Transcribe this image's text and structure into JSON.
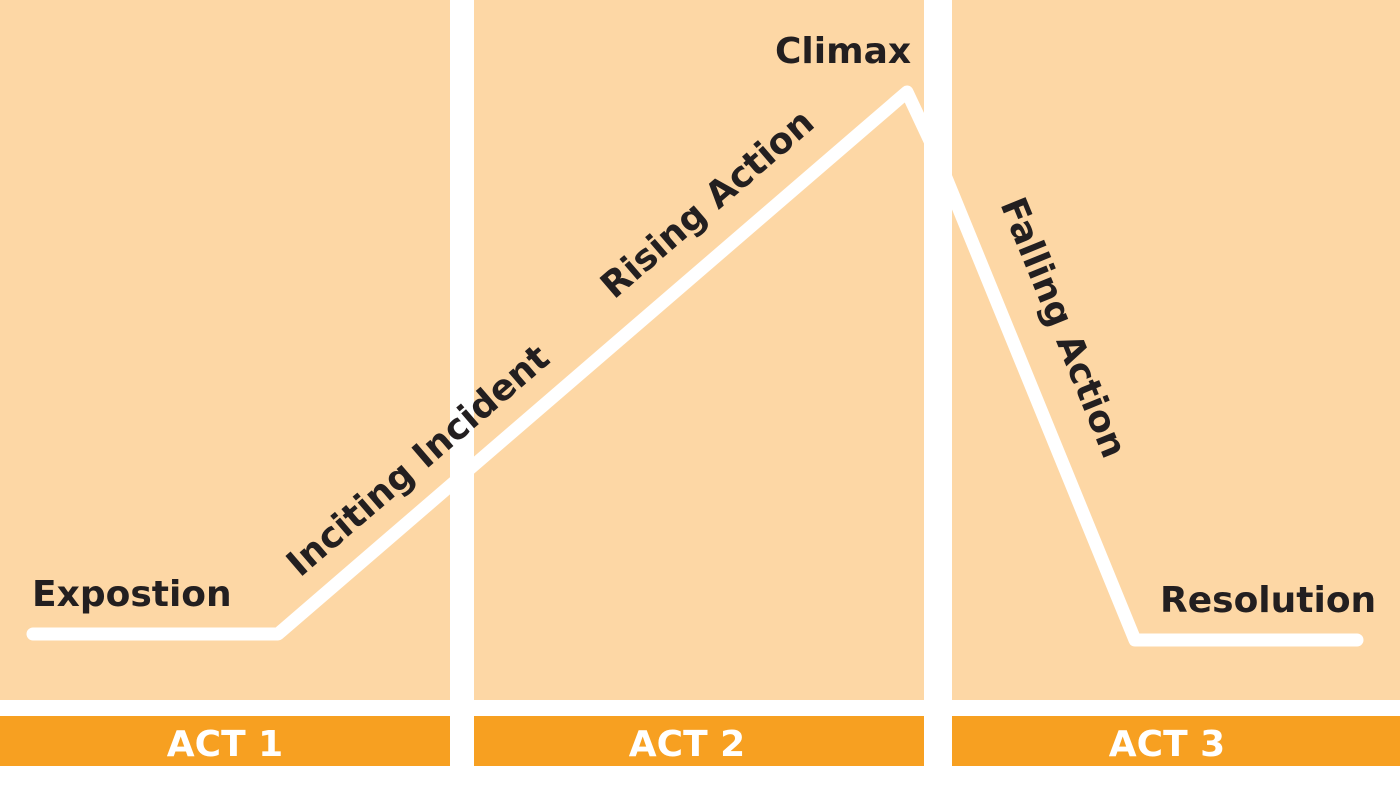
{
  "colors": {
    "panel": "#fdd7a5",
    "act_bar": "#f7a021",
    "divider": "#ffffff",
    "plot_line": "#ffffff",
    "label_text": "#231f20",
    "act_text": "#ffffff"
  },
  "stages": {
    "exposition": "Expostion",
    "inciting_incident": "Inciting Incident",
    "rising_action": "Rising Action",
    "climax": "Climax",
    "falling_action": "Falling Action",
    "resolution": "Resolution"
  },
  "acts": [
    "ACT 1",
    "ACT 2",
    "ACT 3"
  ]
}
